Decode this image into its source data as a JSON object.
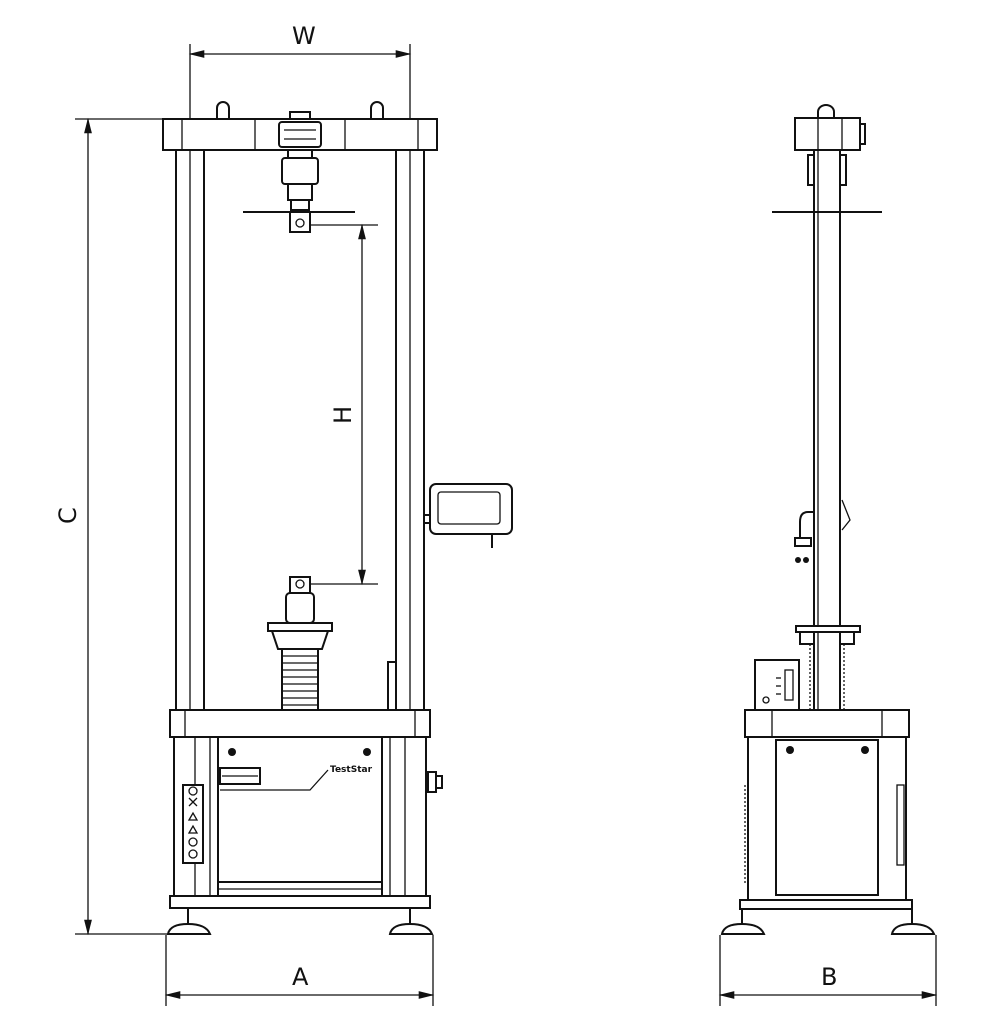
{
  "title": "Universal testing machine dimension drawing",
  "dimensions": {
    "width_label": "W",
    "height_label": "H",
    "overall_height_label": "C",
    "base_width_front_label": "A",
    "base_depth_side_label": "B"
  },
  "brand_callout": "TestStar",
  "views": [
    "front-view",
    "side-view"
  ],
  "colors": {
    "line": "#111111",
    "background": "#ffffff"
  }
}
